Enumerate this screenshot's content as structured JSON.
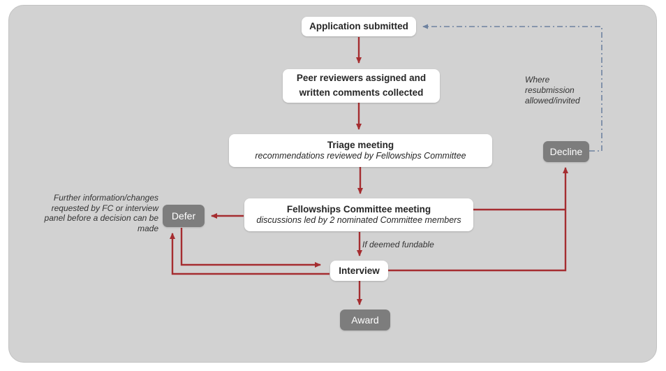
{
  "colors": {
    "page_bg": "#ffffff",
    "canvas_bg": "#d2d2d2",
    "canvas_border": "#c2c2c2",
    "node_bg": "#ffffff",
    "text": "#262626",
    "terminal_bg": "#7d7d7d",
    "terminal_text": "#ffffff",
    "arrow_red": "#a52d30",
    "arrow_blue": "#6e82a0"
  },
  "nodes": {
    "application": {
      "label": "Application submitted"
    },
    "peer": {
      "label": "Peer reviewers assigned and written comments collected"
    },
    "triage": {
      "title": "Triage meeting",
      "subtitle": "recommendations reviewed by Fellowships Committee"
    },
    "committee": {
      "title": "Fellowships Committee meeting",
      "subtitle": "discussions led by 2 nominated Committee members"
    },
    "defer": {
      "label": "Defer"
    },
    "interview": {
      "label": "Interview"
    },
    "award": {
      "label": "Award"
    },
    "decline": {
      "label": "Decline"
    }
  },
  "annotations": {
    "fundable": "If deemed fundable",
    "defer_note": "Further information/changes requested by FC or interview panel before a decision can be made",
    "resubmission_note": "Where resubmission allowed/invited"
  }
}
